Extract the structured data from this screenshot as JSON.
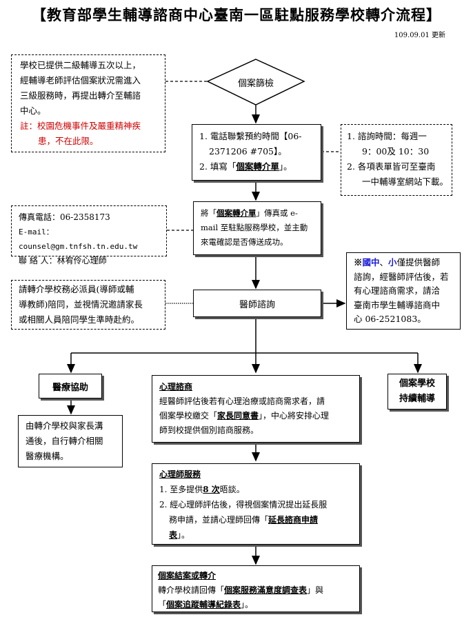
{
  "title": "【教育部學生輔導諮商中心臺南一區駐點服務學校轉介流程】",
  "updated": "109.09.01 更新",
  "left_note_1": {
    "line1": "學校已提供二級輔導五次以上，",
    "line2": "經輔導老師評估個案狀況需進入",
    "line3": "三級服務時，再提出轉介至輔諮",
    "line4": "中心。",
    "note_line1": "註：校園危機事件及嚴重精神疾",
    "note_line2": "患，不在此限。"
  },
  "screening": "個案篩檢",
  "step_call": {
    "line1": "1. 電話聯繫預約時間【06-",
    "line2": "2371206 #705】。",
    "line3_pre": "2. 填寫「",
    "line3_link": "個案轉介單",
    "line3_post": "」。"
  },
  "right_note_1": {
    "line1": "1. 諮詢時間：每週一",
    "line2": "9：00及 10：30",
    "line3": "2. 各項表單皆可至臺南",
    "line4": "一中輔導室網站下載。"
  },
  "left_note_2": {
    "fax": "傳真電話：06-2358173",
    "email": "E-mail：counsel@gm.tnfsh.tn.edu.tw",
    "contact": "聯 絡 人：林宥伶心理師"
  },
  "step_fax": {
    "line1_pre": "將「",
    "line1_link": "個案轉介單",
    "line1_post": "」傳真或 e-",
    "line2": "mail 至駐點服務學校，並主動",
    "line3": "來電確認是否傳送成功。"
  },
  "left_note_3": {
    "line1": "請轉介學校務必派員(導師或輔",
    "line2": "導教師)陪同，並視情況邀請家長",
    "line3": "或相關人員陪同學生準時赴約。"
  },
  "doctor_consult": "醫師諮詢",
  "right_note_2": {
    "mark": "※",
    "blue1": "國中",
    "sep": "、",
    "blue2": "小",
    "line1_post": "僅提供醫師",
    "line2": "諮詢，經醫師評估後，若",
    "line3": "有心理諮商需求，請洽",
    "line4": "臺南市學生輔導諮商中",
    "line5": "心 06-2521083。"
  },
  "medical": "醫療協助",
  "medical_note": {
    "line1": "由轉介學校與家長溝",
    "line2": "通後，自行轉介相關",
    "line3": "醫療機構。"
  },
  "counseling": {
    "heading": "心理諮商",
    "line1": "經醫師評估後若有心理治療或諮商需求者，請",
    "line2_pre": "個案學校繳交「",
    "line2_link": "家長同意書",
    "line2_post": "」，中心將安排心理",
    "line3": "師到校提供個別諮商服務。"
  },
  "school_followup": {
    "line1": "個案學校",
    "line2": "持續輔導"
  },
  "psych_service": {
    "heading": "心理師服務",
    "line1_pre": "1. 至多提供",
    "line1_link": "8 次",
    "line1_post": "晤談。",
    "line2": "2. 經心理師評估後，得視個案情況提出延長服",
    "line3_pre": "務申請，並請心理師回傳「",
    "line3_link": "延長諮商申請",
    "line4_link": "表",
    "line4_post": "」。"
  },
  "closure": {
    "heading": "個案結案或轉介",
    "line1_pre": "轉介學校請回傳「",
    "line1_link": "個案服務滿意度調查表",
    "line1_post": "」與",
    "line2_pre": "「",
    "line2_link": "個案追蹤輔導紀錄表",
    "line2_post": "」。"
  }
}
